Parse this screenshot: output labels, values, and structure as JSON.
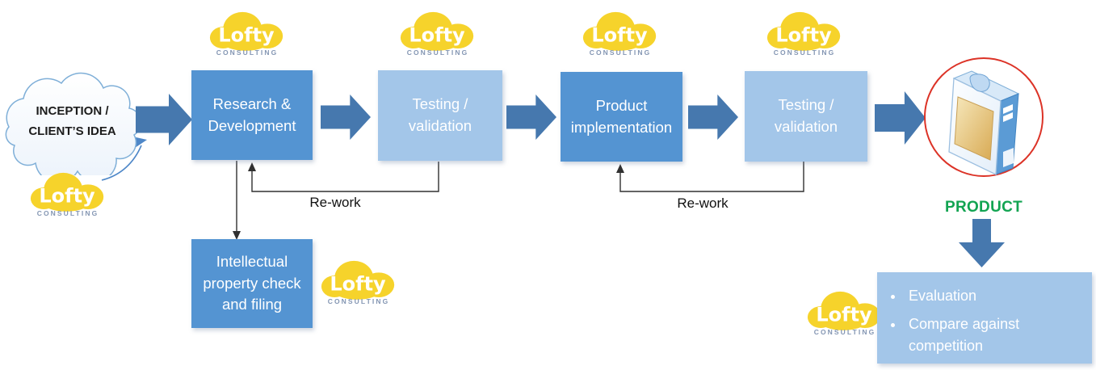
{
  "logo": {
    "name": "Lofty",
    "tagline": "CONSULTING"
  },
  "inception_cloud": {
    "line1": "INCEPTION /",
    "line2": "CLIENT’S IDEA"
  },
  "stages": [
    {
      "label": "Research & Development",
      "variant": "dark"
    },
    {
      "label": "Testing / validation",
      "variant": "light"
    },
    {
      "label": "Product implementation",
      "variant": "dark"
    },
    {
      "label": "Testing / validation",
      "variant": "light"
    }
  ],
  "feedback": {
    "label_1": "Re-work",
    "label_2": "Re-work"
  },
  "ip_box": {
    "label": "Intellectual property check and filing"
  },
  "product": {
    "label": "PRODUCT"
  },
  "evaluation": {
    "bullet_1": "Evaluation",
    "bullet_2": "Compare against competition"
  },
  "colors": {
    "stage_dark": "#5494D2",
    "stage_light": "#A3C6E9",
    "arrow_blue": "#4678AE",
    "product_green": "#12A452",
    "logo_yellow": "#F6D32B",
    "logo_tagline": "#8496B3",
    "red_circle": "#DC3327",
    "cloud_stroke": "#7FAFD8",
    "connector": "#303030"
  }
}
